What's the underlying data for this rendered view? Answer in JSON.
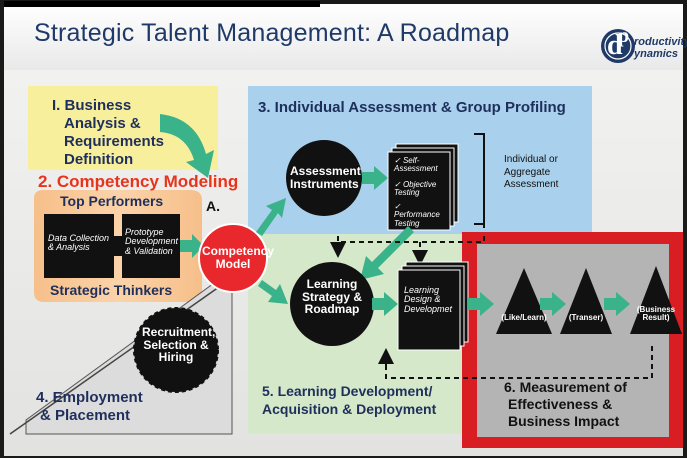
{
  "header": {
    "title": "Strategic Talent Management: A Roadmap",
    "logo_p": "p",
    "logo_d": "d",
    "logo_line1": "roductivity",
    "logo_line2": "ynamics"
  },
  "step1": {
    "label": "I. Business Analysis & Requirements Definition",
    "line1": "I. Business",
    "line2": "Analysis &",
    "line3": "Requirements",
    "line4": "Definition"
  },
  "step2": {
    "label": "2. Competency Modeling",
    "top_performers": "Top Performers",
    "strategic_thinkers": "Strategic Thinkers",
    "box_a": "Data Collection & Analysis",
    "box_b": "Prototype Development & Validation",
    "marker": "A."
  },
  "center": {
    "label": "Competency Model"
  },
  "step3": {
    "label": "3.  Individual Assessment & Group Profiling",
    "instruments": "Assessment Instruments",
    "items": [
      "Self-Assessment",
      "Objective Testing",
      "Performance Testing"
    ],
    "side_note": "Individual or Aggregate Assessment"
  },
  "step4": {
    "line1": "4. Employment",
    "line2": "& Placement",
    "bubble": "Recruitment, Selection & Hiring"
  },
  "step5": {
    "strategy": "Learning Strategy & Roadmap",
    "design": "Learning Design & Developmet",
    "line1": "5. Learning Development/",
    "line2": "Acquisition  & Deployment"
  },
  "step6": {
    "line1": "6.  Measurement of",
    "line2": "Effectiveness &",
    "line3": "Business Impact",
    "triangles": [
      "(Like/Learn)",
      "(Transer)",
      "(Business Result)"
    ]
  },
  "colors": {
    "title": "#1f3a68",
    "yellow": "#f8ef9c",
    "orange_text": "#e8341c",
    "blue_panel": "#a9d0ec",
    "green_panel": "#d5e8c9",
    "gray_panel": "#b4b4b4",
    "red_border": "#d81d23",
    "arrow_green": "#3ab28a",
    "competency_red": "#e8282c"
  }
}
